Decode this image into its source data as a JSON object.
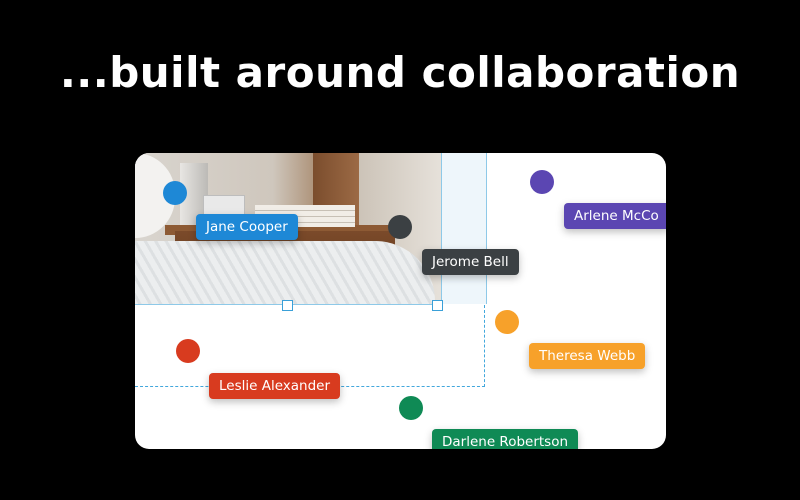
{
  "headline": "...built around collaboration",
  "colors": {
    "background": "#000000",
    "blue": "#1e88d6",
    "dark_gray": "#3b4043",
    "purple": "#5b46b2",
    "orange": "#f7a12a",
    "red": "#d83b1f",
    "green": "#0f8a55"
  },
  "collaborators": [
    {
      "name": "Jane Cooper",
      "color": "#1e88d6"
    },
    {
      "name": "Jerome Bell",
      "color": "#3b4043"
    },
    {
      "name": "Arlene McCo",
      "color": "#5b46b2"
    },
    {
      "name": "Theresa Webb",
      "color": "#f7a12a"
    },
    {
      "name": "Leslie Alexander",
      "color": "#d83b1f"
    },
    {
      "name": "Darlene Robertson",
      "color": "#0f8a55"
    }
  ]
}
